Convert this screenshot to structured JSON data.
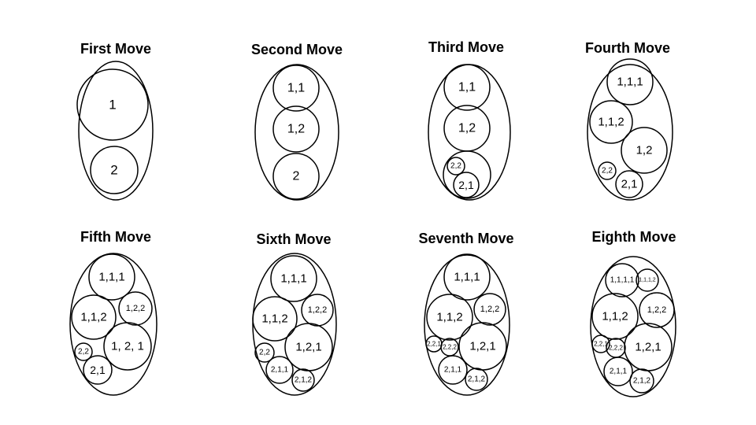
{
  "panels": [
    {
      "title": "First Move",
      "circles": [
        {
          "label": "1"
        },
        {
          "label": "2"
        }
      ]
    },
    {
      "title": "Second Move",
      "circles": [
        {
          "label": "1,1"
        },
        {
          "label": "1,2"
        },
        {
          "label": "2"
        }
      ]
    },
    {
      "title": "Third Move",
      "circles": [
        {
          "label": "1,1"
        },
        {
          "label": "1,2"
        },
        {
          "label": ""
        },
        {
          "label": "2,2"
        },
        {
          "label": "2,1"
        }
      ]
    },
    {
      "title": "Fourth Move",
      "circles": [
        {
          "label": "1,1,1"
        },
        {
          "label": "1,1,2"
        },
        {
          "label": "1,2"
        },
        {
          "label": "2,2"
        },
        {
          "label": "2,1"
        }
      ]
    },
    {
      "title": "Fifth Move",
      "circles": [
        {
          "label": "1,1,1"
        },
        {
          "label": "1,1,2"
        },
        {
          "label": "1,2,2"
        },
        {
          "label": "1, 2, 1"
        },
        {
          "label": "2,2"
        },
        {
          "label": "2,1"
        }
      ]
    },
    {
      "title": "Sixth Move",
      "circles": [
        {
          "label": "1,1,1"
        },
        {
          "label": "1,1,2"
        },
        {
          "label": "1,2,2"
        },
        {
          "label": "1,2,1"
        },
        {
          "label": "2,2"
        },
        {
          "label": "2,1,1"
        },
        {
          "label": "2,1,2"
        }
      ]
    },
    {
      "title": "Seventh Move",
      "circles": [
        {
          "label": "1,1,1"
        },
        {
          "label": "1,1,2"
        },
        {
          "label": "1,2,2"
        },
        {
          "label": "1,2,1"
        },
        {
          "label": "2,2,1"
        },
        {
          "label": "2,2,2"
        },
        {
          "label": "2,1,1"
        },
        {
          "label": "2,1,2"
        }
      ]
    },
    {
      "title": "Eighth Move",
      "circles": [
        {
          "label": "1,1,1,1"
        },
        {
          "label": "1,1,1,2"
        },
        {
          "label": "1,2,2"
        },
        {
          "label": "1,1,2"
        },
        {
          "label": "1,2,1"
        },
        {
          "label": "2,2,1"
        },
        {
          "label": "2,2,2"
        },
        {
          "label": "2,1,1"
        },
        {
          "label": "2,1,2"
        }
      ]
    }
  ]
}
